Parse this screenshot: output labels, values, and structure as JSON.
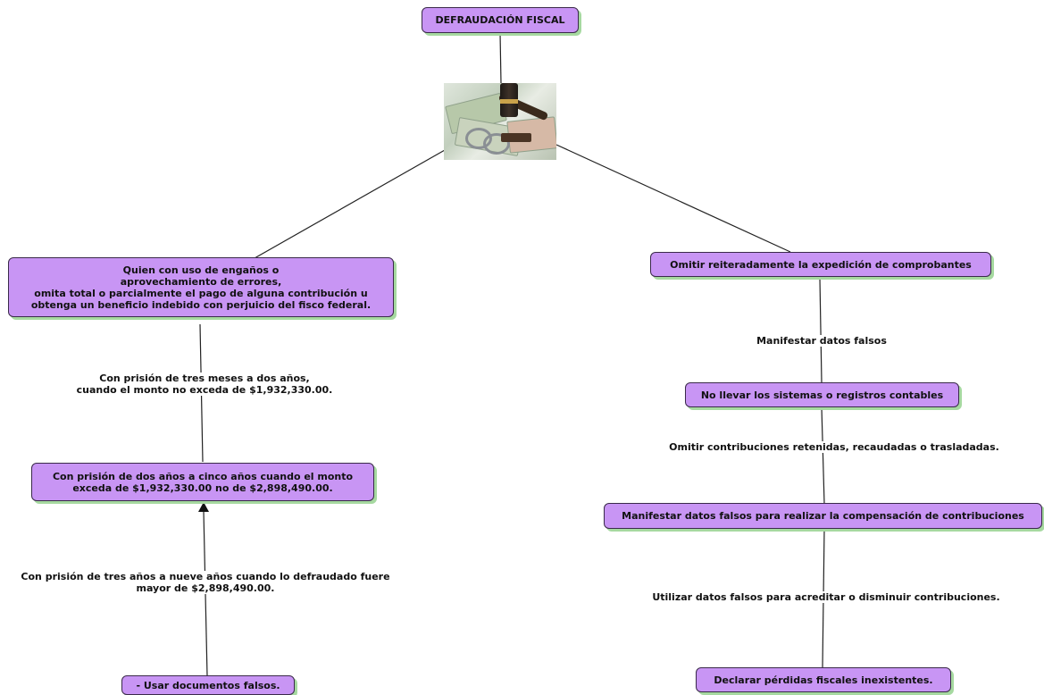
{
  "title": "DEFRAUDACIÓN FISCAL",
  "left": {
    "definition": "Quien con uso de engaños o\naprovechamiento de errores,\nomita total o parcialmente el pago de alguna contribución u\nobtenga un beneficio indebido con perjuicio del fisco federal.",
    "label_1": "Con prisión de tres meses a dos años,\ncuando el monto no exceda de $1,932,330.00.",
    "penalty_2": "Con prisión de dos años a cinco años cuando el monto\nexceda de $1,932,330.00 no de $2,898,490.00.",
    "label_2": "Con prisión de tres años a nueve años cuando lo defraudado fuere\nmayor de $2,898,490.00.",
    "bottom": "- Usar documentos falsos."
  },
  "right": {
    "node_1": "Omitir reiteradamente la expedición de comprobantes",
    "label_1": "Manifestar datos falsos",
    "node_2": "No llevar los sistemas o registros contables",
    "label_2": "Omitir contribuciones retenidas, recaudadas o trasladadas.",
    "node_3": "Manifestar datos falsos para realizar la compensación de contribuciones",
    "label_3": "Utilizar datos falsos para acreditar o disminuir contribuciones.",
    "node_4": "Declarar pérdidas fiscales inexistentes."
  },
  "image": {
    "icon": "gavel-money-handcuffs-photo"
  },
  "colors": {
    "node_fill": "#c895f4",
    "node_shadow": "#a6d9a0",
    "line": "#222222"
  }
}
